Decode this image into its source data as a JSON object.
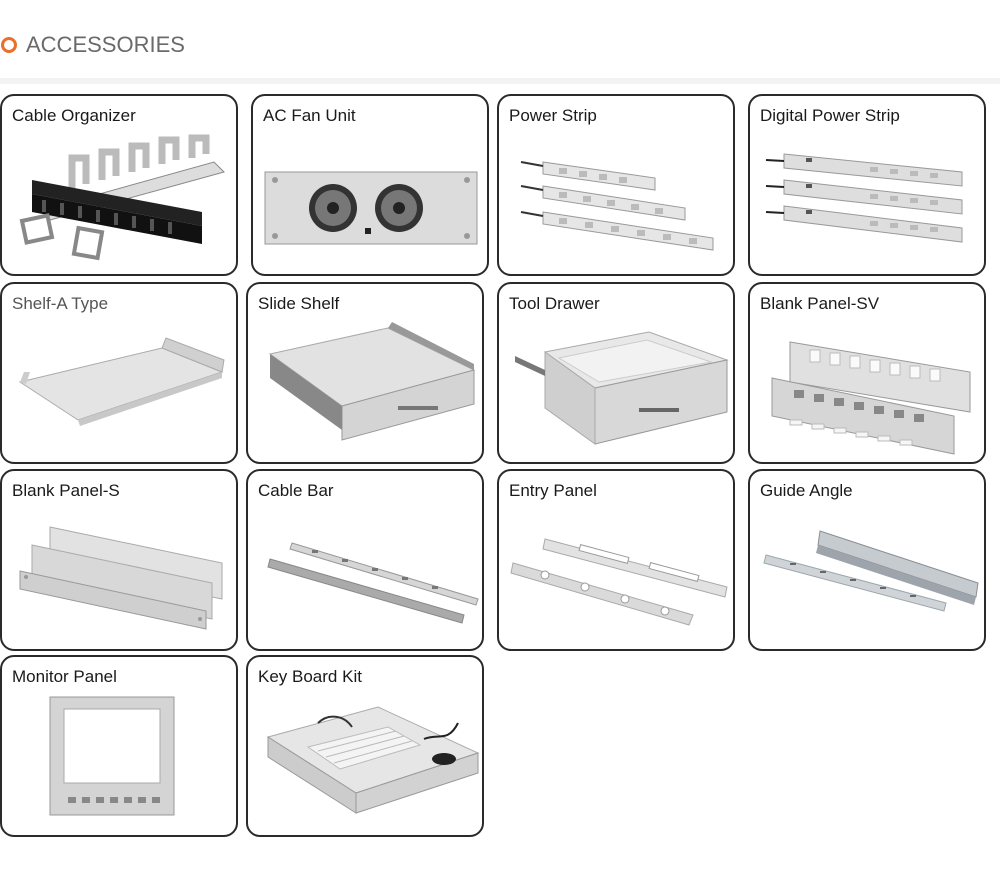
{
  "header": {
    "title": "ACCESSORIES",
    "accent_color": "#e8702a"
  },
  "products": [
    {
      "label": "Cable Organizer",
      "icon": "cable-organizer-icon"
    },
    {
      "label": "AC Fan Unit",
      "icon": "fan-unit-icon"
    },
    {
      "label": "Power Strip",
      "icon": "power-strip-icon"
    },
    {
      "label": "Digital Power Strip",
      "icon": "digital-power-strip-icon"
    },
    {
      "label": "Shelf-A Type",
      "icon": "shelf-icon"
    },
    {
      "label": "Slide Shelf",
      "icon": "slide-shelf-icon"
    },
    {
      "label": "Tool Drawer",
      "icon": "tool-drawer-icon"
    },
    {
      "label": "Blank Panel-SV",
      "icon": "blank-panel-sv-icon"
    },
    {
      "label": "Blank Panel-S",
      "icon": "blank-panel-s-icon"
    },
    {
      "label": "Cable Bar",
      "icon": "cable-bar-icon"
    },
    {
      "label": "Entry Panel",
      "icon": "entry-panel-icon"
    },
    {
      "label": "Guide Angle",
      "icon": "guide-angle-icon"
    },
    {
      "label": "Monitor Panel",
      "icon": "monitor-panel-icon"
    },
    {
      "label": "Key Board Kit",
      "icon": "keyboard-kit-icon"
    }
  ]
}
